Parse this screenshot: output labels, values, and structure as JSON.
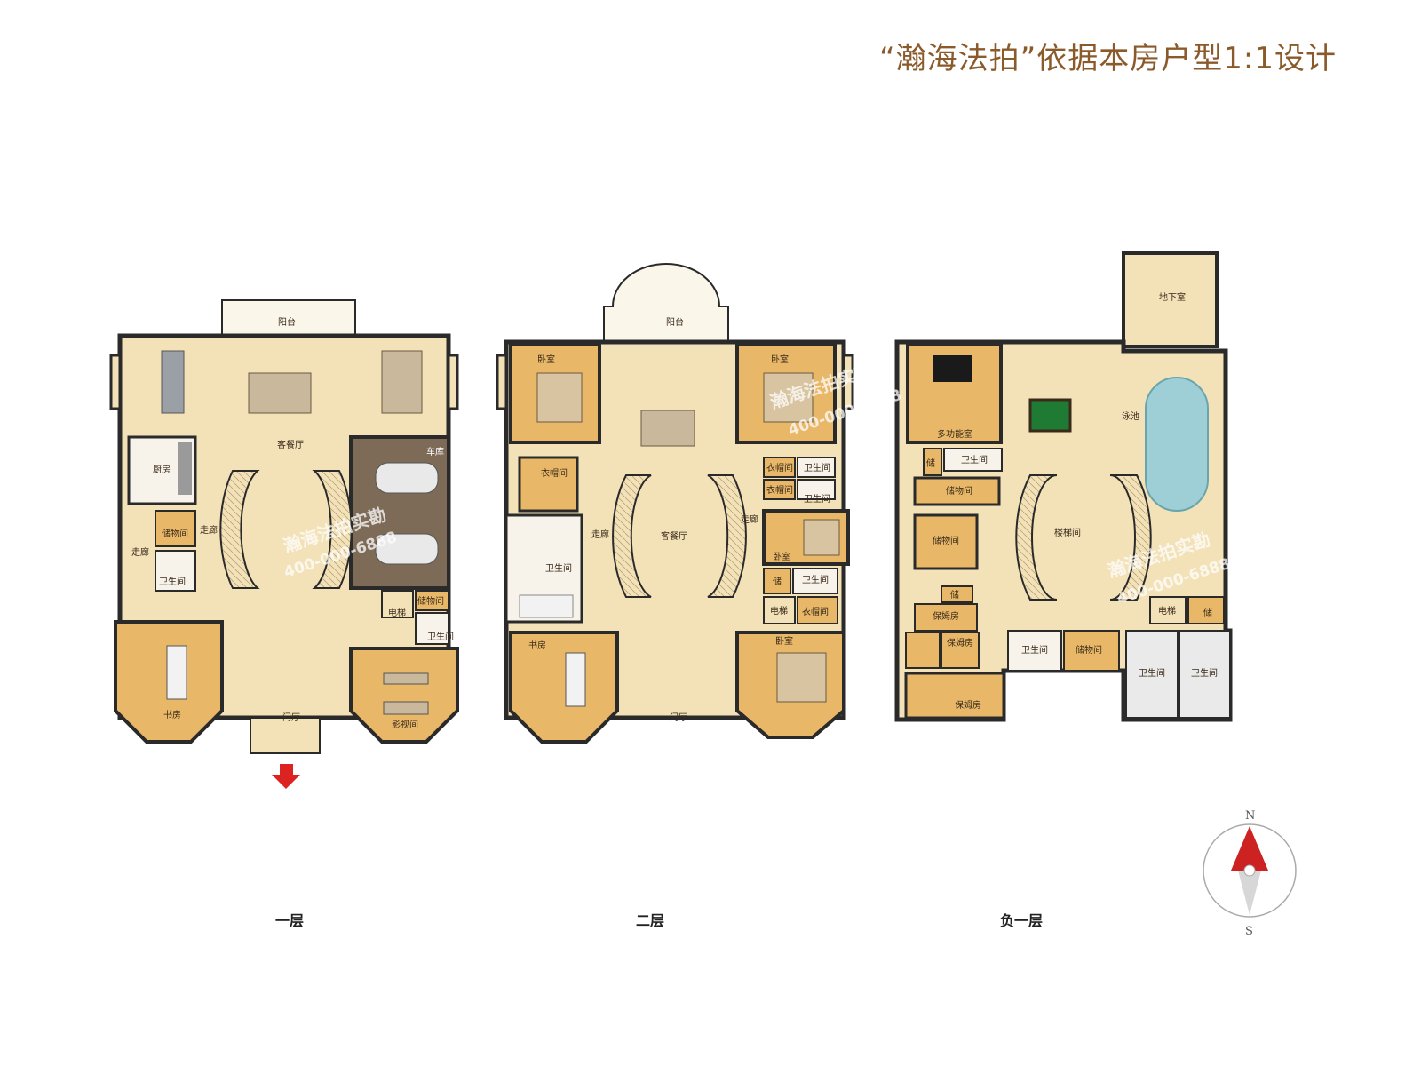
{
  "title": "“瀚海法拍”依据本房户型1:1设计",
  "floors": {
    "f1": "一层",
    "f2": "二层",
    "fb1": "负一层"
  },
  "rooms": {
    "f1": {
      "balcony": "阳台",
      "living_dining": "客餐厅",
      "kitchen": "厨房",
      "garage": "车库",
      "storage": "储物间",
      "corridor": "走廊",
      "corridor2": "走廊",
      "bathroom": "卫生间",
      "elevator": "电梯",
      "storage2": "储物间",
      "bathroom2": "卫生间",
      "study": "书房",
      "foyer": "门厅",
      "theater": "影视间"
    },
    "f2": {
      "balcony": "阳台",
      "bedroom1": "卧室",
      "bedroom2": "卧室",
      "bedroom3": "卧室",
      "bedroom4": "卧室",
      "closet1": "衣帽间",
      "closet2": "衣帽间",
      "closet3": "衣帽间",
      "closet4": "衣帽间",
      "bath1": "卫生间",
      "bath2": "卫生间",
      "bath3": "卫生间",
      "bath4": "卫生间",
      "corridor1": "走廊",
      "corridor2": "走廊",
      "living_dining": "客餐厅",
      "storage": "储",
      "elevator": "电梯",
      "study": "书房",
      "foyer": "门厅"
    },
    "fb1": {
      "basement": "地下室",
      "multi": "多功能室",
      "pool": "泳池",
      "bath1": "卫生间",
      "store_small1": "储",
      "storage1": "储物间",
      "storage2": "储物间",
      "stair": "楼梯间",
      "store_small2": "储",
      "nanny1": "保姆房",
      "nanny2": "保姆房",
      "nanny3": "保姆房",
      "bath2": "卫生间",
      "storage3": "储物间",
      "elevator": "电梯",
      "store_small3": "储",
      "bath3": "卫生间",
      "bath4": "卫生间"
    }
  },
  "watermark": {
    "text": "瀚海法拍实勘",
    "phone": "400-000-6888"
  },
  "compass": {
    "north": "N",
    "south": "S"
  },
  "colors": {
    "title": "#8b5a2b",
    "floor": "#f3e2b8",
    "room_warm": "#e8b868",
    "garage": "#7d6b58",
    "wall": "#2a2a2a",
    "pool": "#9fcfd6",
    "compass_red": "#cc2222"
  }
}
